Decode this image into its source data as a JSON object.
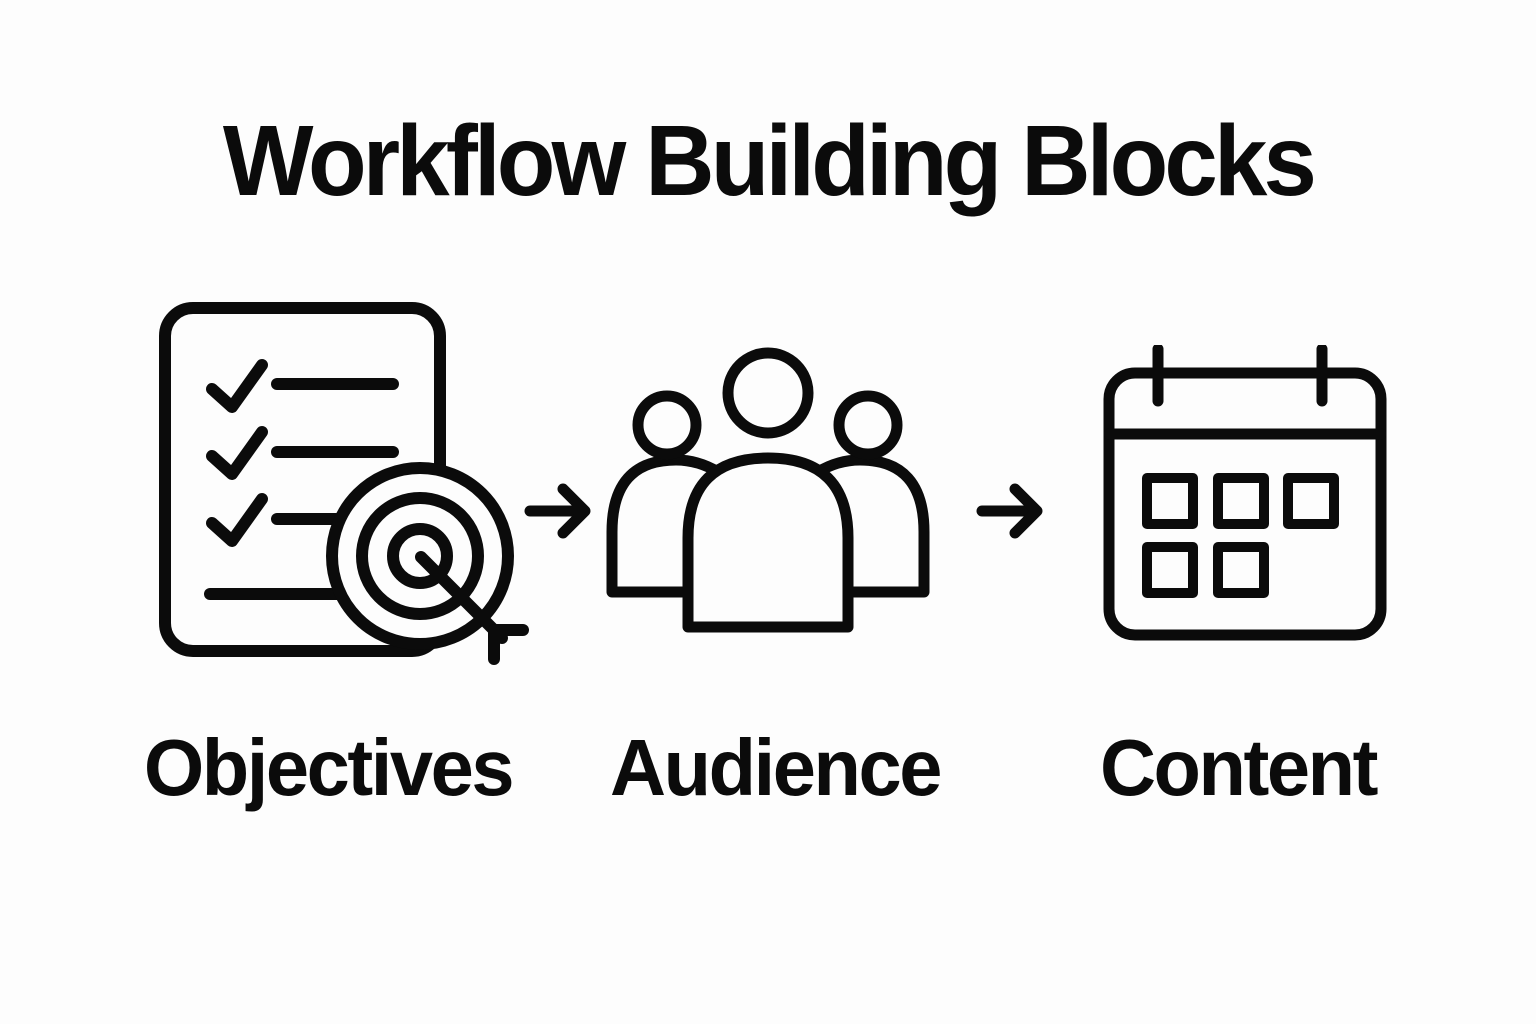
{
  "title": "Workflow Building Blocks",
  "colors": {
    "ink": "#0b0b0b",
    "background": "#fdfdfd"
  },
  "steps": [
    {
      "label": "Objectives",
      "icon": "checklist-target-icon"
    },
    {
      "label": "Audience",
      "icon": "people-group-icon"
    },
    {
      "label": "Content",
      "icon": "calendar-icon"
    }
  ],
  "connectors": [
    {
      "icon": "right-arrow-icon",
      "glyph": "→"
    },
    {
      "icon": "right-arrow-icon",
      "glyph": "→"
    }
  ]
}
